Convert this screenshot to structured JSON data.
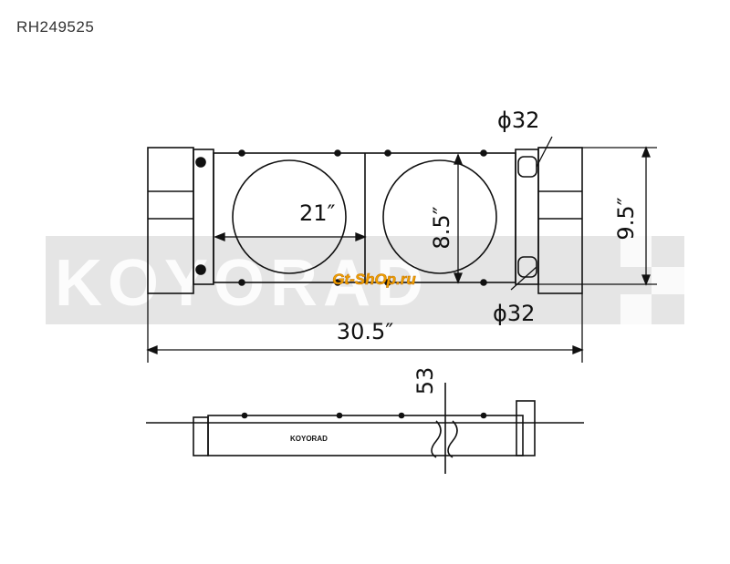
{
  "part_code": "RH249525",
  "dimensions": {
    "inlet_diameter": "ϕ32",
    "outlet_diameter": "ϕ32",
    "fan_diameter": "21″",
    "core_height": "8.5″",
    "overall_height": "9.5″",
    "overall_width": "30.5″",
    "thickness": "53"
  },
  "watermark": {
    "brand": "KOYORAD",
    "shop": "Gt-ShOp.ru"
  },
  "side_view_label": "KOYORAD",
  "colors": {
    "line": "#111111",
    "watermark_band": "#d9d9d9",
    "watermark_text": "#ffffff",
    "shop_logo": "#f0a000"
  }
}
